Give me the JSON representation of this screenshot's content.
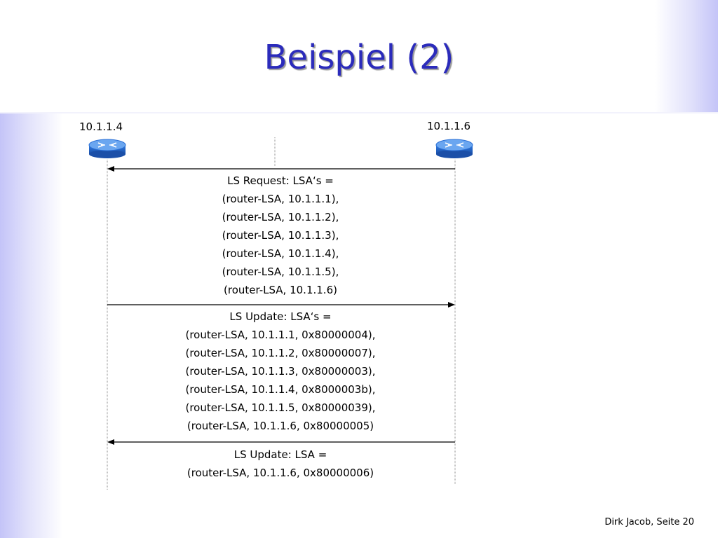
{
  "slide": {
    "title": "Beispiel (2)",
    "footer": "Dirk Jacob, Seite 20"
  },
  "routers": [
    {
      "label": "10.1.1.4",
      "icon": "router-icon"
    },
    {
      "label": "10.1.1.6",
      "icon": "router-icon"
    }
  ],
  "messages": [
    {
      "direction": "right-to-left",
      "lines": [
        "LS Request: LSA‘s =",
        "(router-LSA, 10.1.1.1),",
        "(router-LSA, 10.1.1.2),",
        "(router-LSA, 10.1.1.3),",
        "(router-LSA, 10.1.1.4),",
        "(router-LSA, 10.1.1.5),",
        "(router-LSA, 10.1.1.6)"
      ]
    },
    {
      "direction": "left-to-right",
      "lines": [
        "LS Update: LSA‘s =",
        "(router-LSA, 10.1.1.1, 0x80000004),",
        "(router-LSA, 10.1.1.2, 0x80000007),",
        "(router-LSA, 10.1.1.3, 0x80000003),",
        "(router-LSA, 10.1.1.4, 0x8000003b),",
        "(router-LSA, 10.1.1.5, 0x80000039),",
        "(router-LSA, 10.1.1.6, 0x80000005)"
      ]
    },
    {
      "direction": "right-to-left",
      "lines": [
        "LS Update: LSA =",
        "(router-LSA, 10.1.1.6, 0x80000006)"
      ]
    }
  ],
  "colors": {
    "title": "#2b2bbb",
    "router_body": "#2a6fd6",
    "router_top": "#6aa6f0",
    "accent_bg": "#c4c4f8"
  }
}
